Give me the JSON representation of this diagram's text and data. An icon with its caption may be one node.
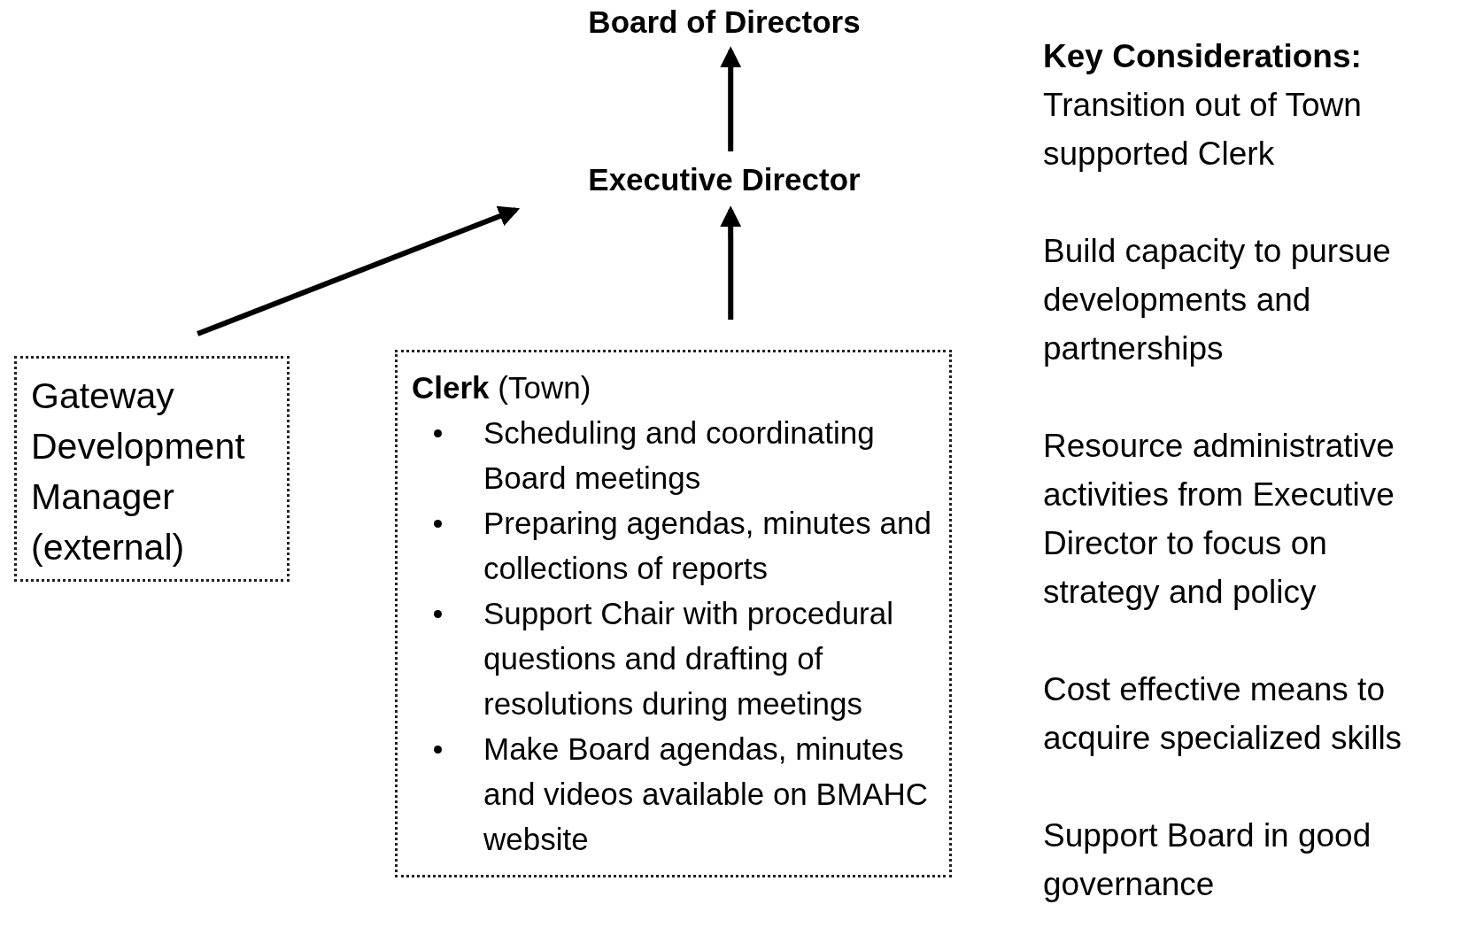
{
  "diagram": {
    "nodes": [
      {
        "text": [
          "Board of Directors"
        ]
      },
      {
        "text": [
          "Executive Director"
        ]
      },
      {
        "text": [
          "Gateway Development Manager (external)"
        ]
      },
      {
        "text": [
          "**Clerk** (Town)",
          "Scheduling and coordinating Board meetings",
          "Preparing agendas, minutes and collections of reports",
          "Support Chair with procedural questions and drafting of resolutions during meetings",
          "Make Board agendas, minutes and videos available on BMAHC website"
        ]
      }
    ],
    "edges": [
      {
        "from": 1,
        "to": 0,
        "arrow": "to"
      },
      {
        "from": 3,
        "to": 1,
        "arrow": "to"
      },
      {
        "from": 2,
        "to": 1,
        "arrow": "to"
      }
    ],
    "labels": [
      "Key Considerations:",
      "Transition out of Town supported Clerk",
      "Build capacity to pursue developments and partnerships",
      "Resource administrative activities from Executive Director to focus on strategy and policy",
      "Cost effective means to acquire specialized skills",
      "Support Board in good governance"
    ]
  }
}
